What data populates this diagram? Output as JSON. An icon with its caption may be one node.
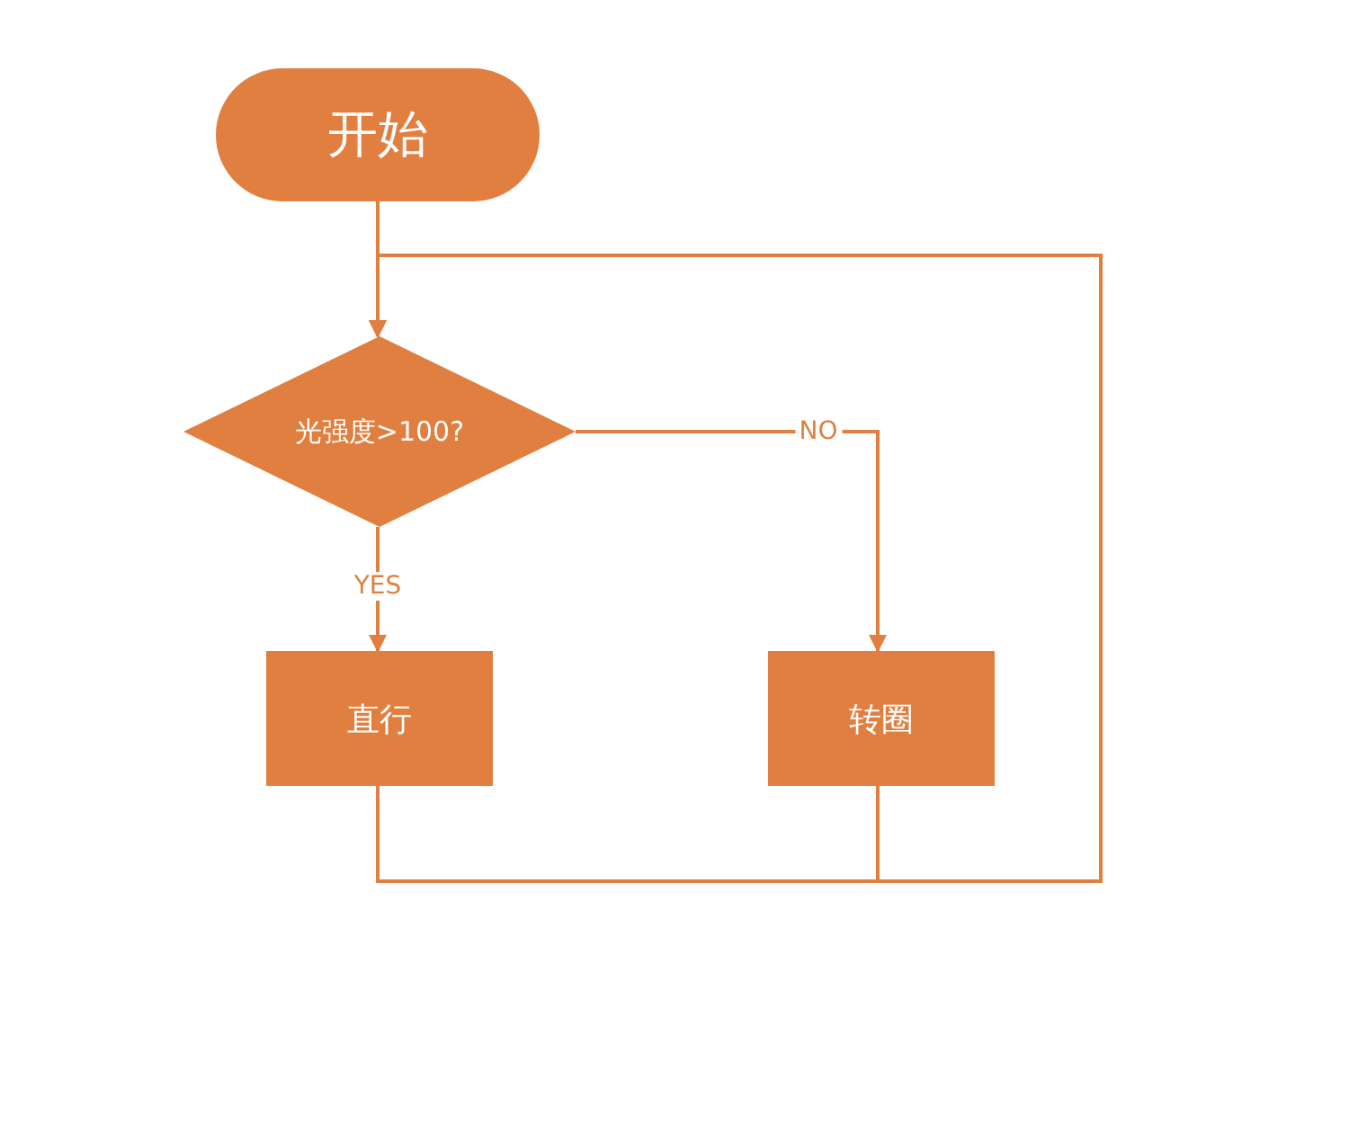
{
  "diagram": {
    "nodes": [
      {
        "text": [
          "开始"
        ]
      },
      {
        "text": [
          "光强度>100?"
        ]
      },
      {
        "text": [
          "直行"
        ]
      },
      {
        "text": [
          "转圈"
        ]
      }
    ],
    "edges": [
      {
        "from": 0,
        "to": 1,
        "arrow": "to"
      },
      {
        "from": 1,
        "to": 2,
        "arrow": "to",
        "label": "YES"
      },
      {
        "from": 1,
        "to": 3,
        "arrow": "to",
        "label": "NO"
      },
      {
        "from": 2,
        "to": 1,
        "arrow": "to"
      },
      {
        "from": 3,
        "to": 1,
        "arrow": "to"
      }
    ]
  }
}
